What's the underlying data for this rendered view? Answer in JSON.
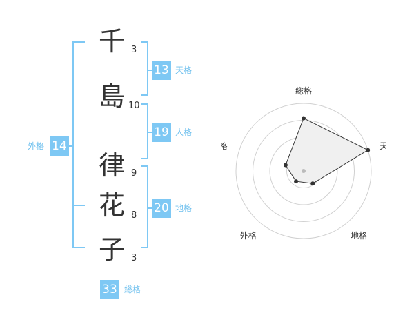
{
  "characters": [
    {
      "char": "千",
      "strokes": "3"
    },
    {
      "char": "島",
      "strokes": "10"
    },
    {
      "char": "律",
      "strokes": "9"
    },
    {
      "char": "花",
      "strokes": "8"
    },
    {
      "char": "子",
      "strokes": "3"
    }
  ],
  "kaku": {
    "tenkaku": {
      "value": "13",
      "label": "天格"
    },
    "jinkaku": {
      "value": "19",
      "label": "人格"
    },
    "chikaku": {
      "value": "20",
      "label": "地格"
    },
    "gaikaku": {
      "value": "14",
      "label": "外格"
    },
    "soukaku": {
      "value": "33",
      "label": "総格"
    }
  },
  "chart_data": {
    "type": "radar",
    "axes": [
      "総格",
      "天格",
      "地格",
      "外格",
      "人格"
    ],
    "values": [
      0.78,
      1.0,
      0.23,
      0.19,
      0.28
    ],
    "range": [
      0,
      1
    ],
    "rings": 4,
    "colors": {
      "accent": "#7ec8f4",
      "fill": "#f0f0f0",
      "line": "#333333"
    }
  }
}
